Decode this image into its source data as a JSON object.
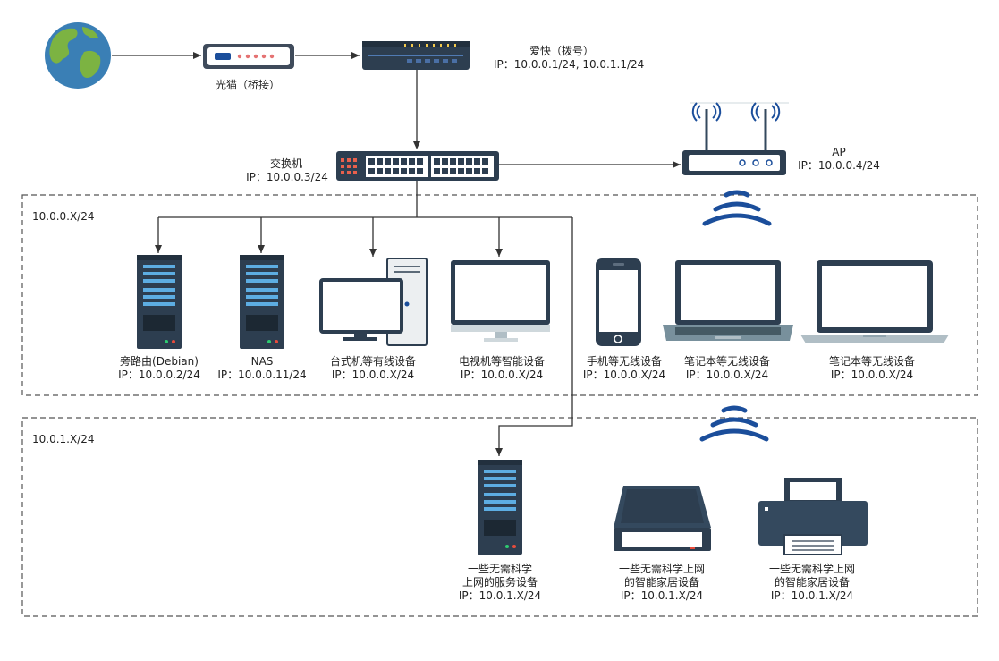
{
  "colors": {
    "accent_blue": "#1b4e9b",
    "device_dark": "#2d3e50",
    "device_mid": "#34495e",
    "line": "#333333",
    "dashed_border": "#555555",
    "globe_ocean": "#3a7fb5",
    "globe_land": "#7cb342"
  },
  "devices": {
    "internet": {
      "icon": "globe-icon"
    },
    "optical_modem": {
      "label": "光猫（桥接）",
      "icon": "modem-icon"
    },
    "router": {
      "name": "爱快（拨号）",
      "ip": "IP：10.0.0.1/24, 10.0.1.1/24",
      "icon": "router-icon"
    },
    "switch": {
      "name": "交换机",
      "ip": "IP：10.0.0.3/24",
      "icon": "switch-icon"
    },
    "ap": {
      "name": "AP",
      "ip": "IP：10.0.0.4/24",
      "icon": "access-point-icon"
    }
  },
  "subnets": {
    "lan0": {
      "label": "10.0.0.X/24",
      "devices": [
        {
          "name": "旁路由(Debian)",
          "ip": "IP：10.0.0.2/24",
          "icon": "server-icon"
        },
        {
          "name": "NAS",
          "ip": "IP：10.0.0.11/24",
          "icon": "server-icon"
        },
        {
          "name": "台式机等有线设备",
          "ip": "IP：10.0.0.X/24",
          "icon": "desktop-pc-icon"
        },
        {
          "name": "电视机等智能设备",
          "ip": "IP：10.0.0.X/24",
          "icon": "monitor-icon"
        },
        {
          "name": "手机等无线设备",
          "ip": "IP：10.0.0.X/24",
          "icon": "phone-icon"
        },
        {
          "name": "笔记本等无线设备",
          "ip": "IP：10.0.0.X/24",
          "icon": "laptop-icon"
        },
        {
          "name": "笔记本等无线设备",
          "ip": "IP：10.0.0.X/24",
          "icon": "laptop-icon"
        }
      ]
    },
    "lan1": {
      "label": "10.0.1.X/24",
      "devices": [
        {
          "name_line1": "一些无需科学",
          "name_line2": "上网的服务设备",
          "ip": "IP：10.0.1.X/24",
          "icon": "server-icon"
        },
        {
          "name_line1": "一些无需科学上网",
          "name_line2": "的智能家居设备",
          "ip": "IP：10.0.1.X/24",
          "icon": "scanner-icon"
        },
        {
          "name_line1": "一些无需科学上网",
          "name_line2": "的智能家居设备",
          "ip": "IP：10.0.1.X/24",
          "icon": "printer-icon"
        }
      ]
    }
  }
}
